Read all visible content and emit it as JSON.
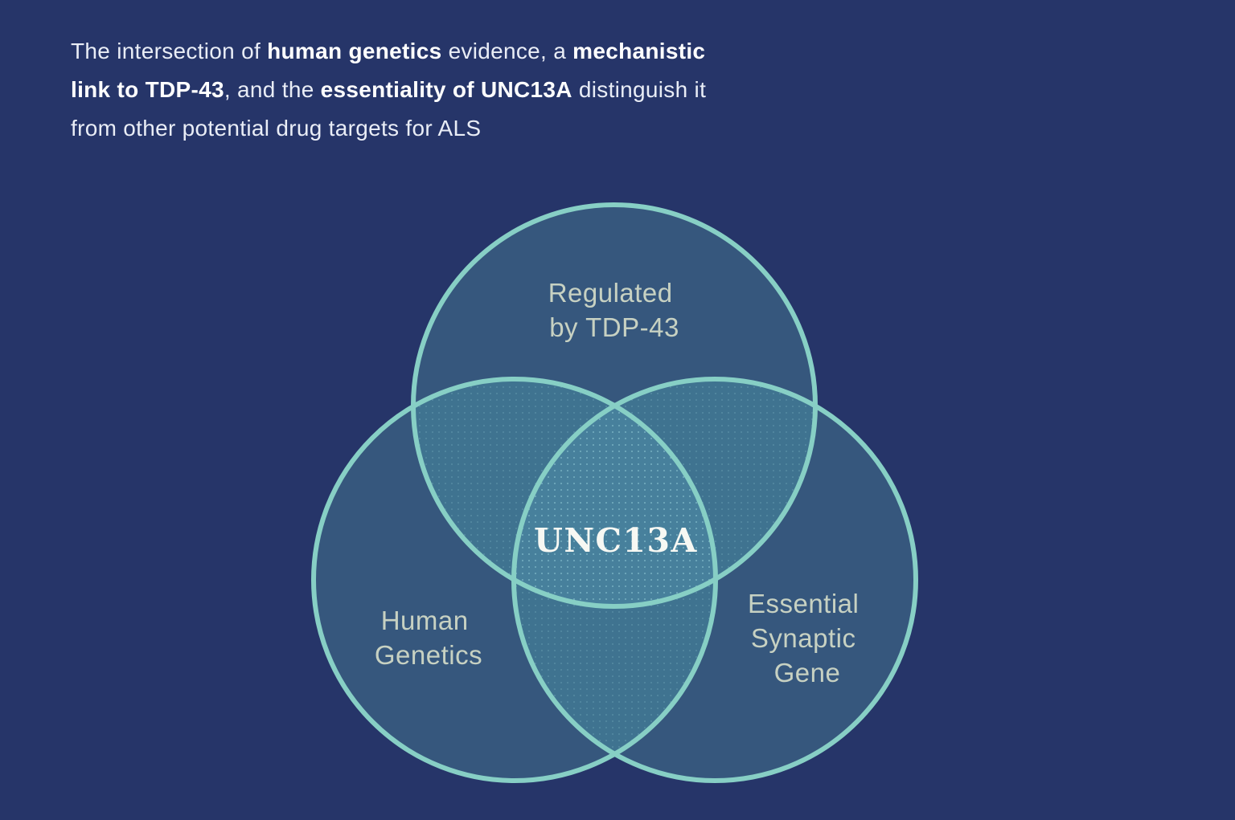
{
  "title": {
    "line1": {
      "s1": "The intersection of ",
      "s2": "human genetics",
      "s3": " evidence, a ",
      "s4": "mechanistic"
    },
    "line2": {
      "s1": "link to TDP-43",
      "s2": ", and the ",
      "s3": "essentiality of UNC13A",
      "s4": " distinguish it"
    },
    "line3": {
      "s1": "from other potential drug targets for ALS"
    }
  },
  "venn": {
    "center_label": "UNC13A",
    "circle_tdp43": {
      "line1": "Regulated",
      "line2": "by TDP-43"
    },
    "circle_human_genetics": {
      "line1": "Human",
      "line2": "Genetics"
    },
    "circle_essential": {
      "line1": "Essential",
      "line2": "Synaptic",
      "line3": "Gene"
    },
    "colors": {
      "background": "#263569",
      "circle_fill": "#36577D",
      "pair_overlap_fill": "#3F7390",
      "triple_overlap_fill": "#47809C",
      "circle_stroke": "#87CFC5",
      "label_color": "#C7D1C2",
      "title_color": "#E9EDF6",
      "title_bold_color": "#FFFFFF",
      "center_label_color": "#F7F8F3"
    }
  }
}
